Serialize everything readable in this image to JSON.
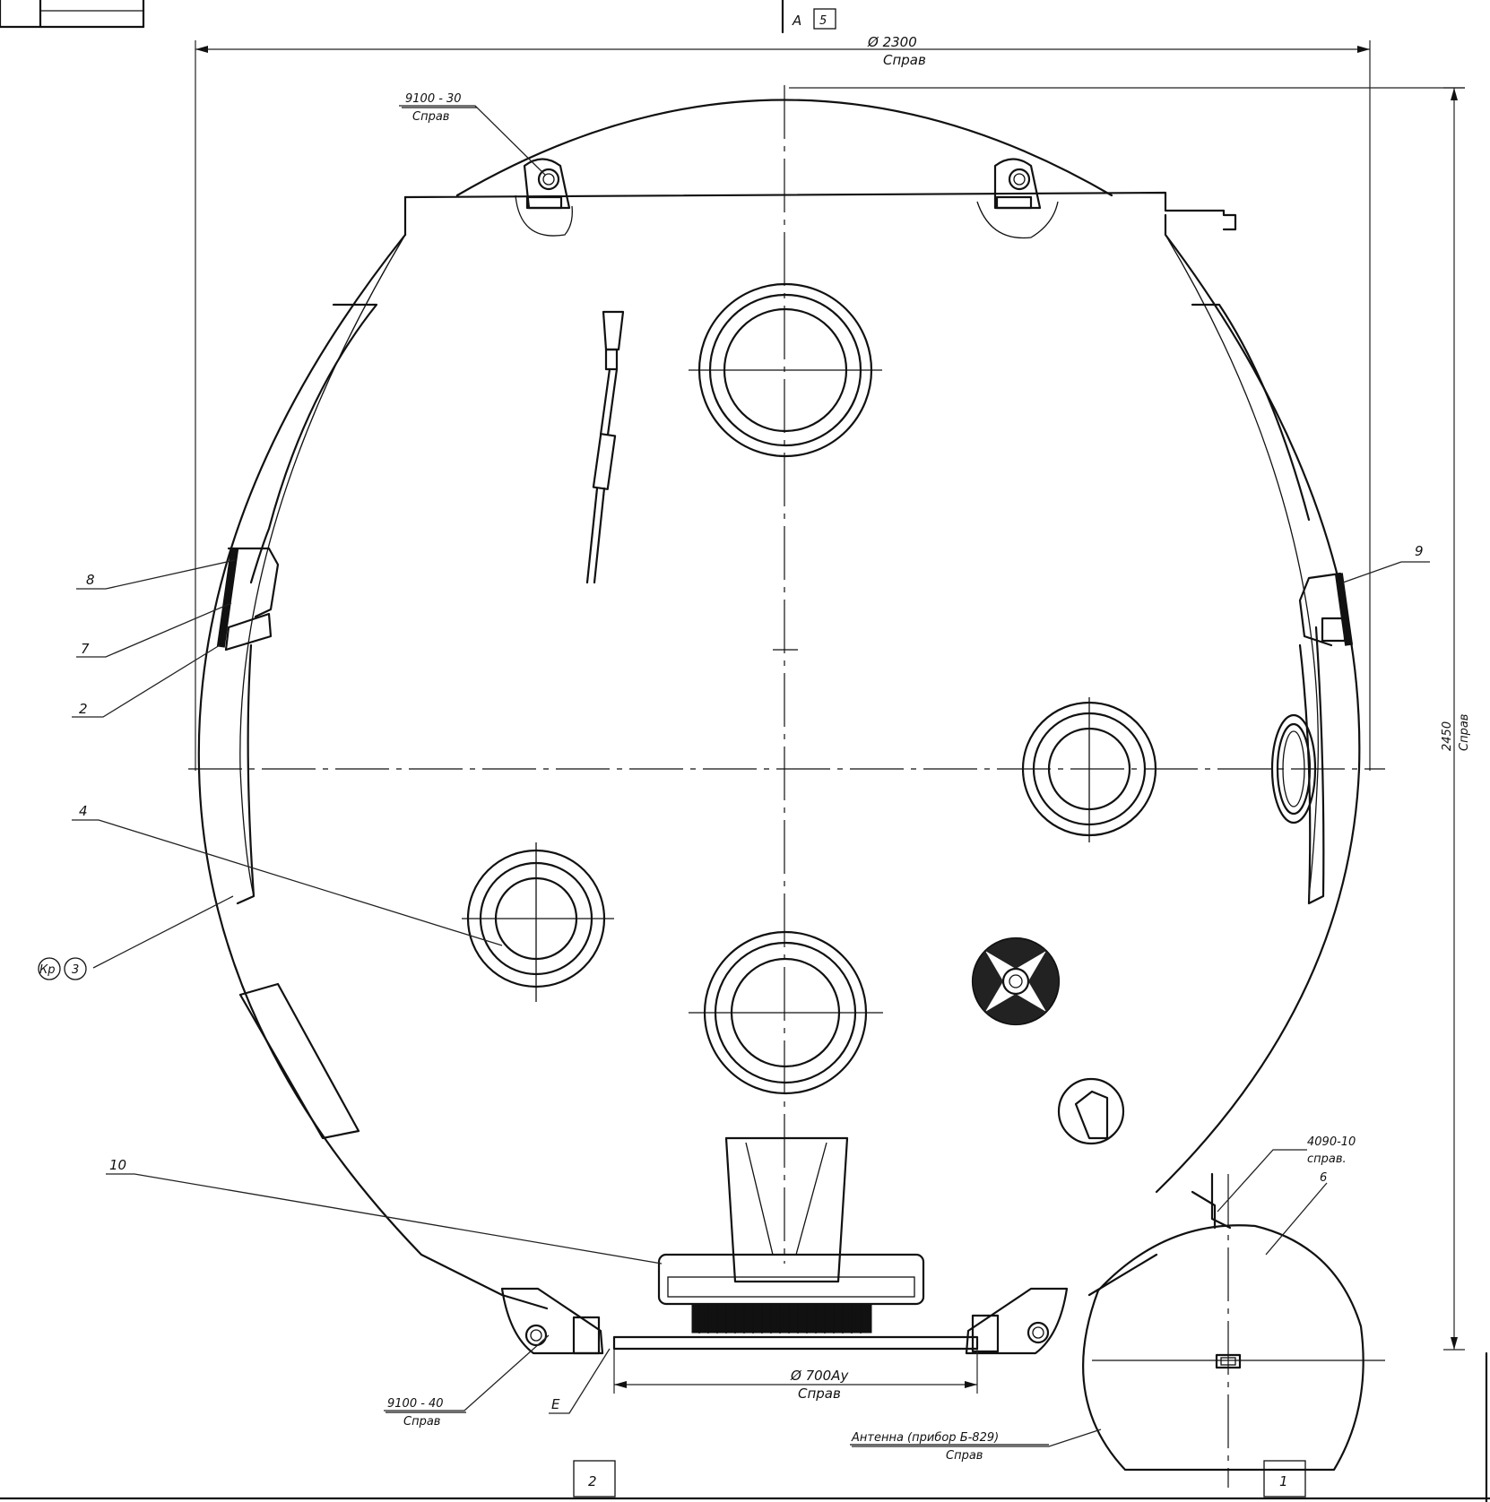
{
  "view": {
    "section_letter": "А",
    "sheet_ref": "5"
  },
  "dimensions": {
    "diameter": {
      "value": "Ø 2300",
      "note": "Справ"
    },
    "height": {
      "value": "2450",
      "note": "Справ"
    },
    "hatch_diameter": {
      "value": "Ø 700Ау",
      "note": "Справ"
    }
  },
  "callouts": {
    "top_bracket": {
      "code": "9100 - 30",
      "note": "Справ"
    },
    "bottom_bracket": {
      "code": "9100 - 40",
      "note": "Справ"
    },
    "right_part": {
      "code": "4090-10",
      "note": "справ.",
      "pos": "6"
    },
    "antenna": {
      "text": "Антенна (прибор Б-829)",
      "note": "Справ"
    },
    "detail_e": "Е",
    "items": [
      "8",
      "7",
      "2",
      "4",
      "10",
      "9"
    ],
    "weld_mark": {
      "prefix": "Кр",
      "num": "3"
    }
  },
  "zones": [
    "2",
    "1"
  ]
}
